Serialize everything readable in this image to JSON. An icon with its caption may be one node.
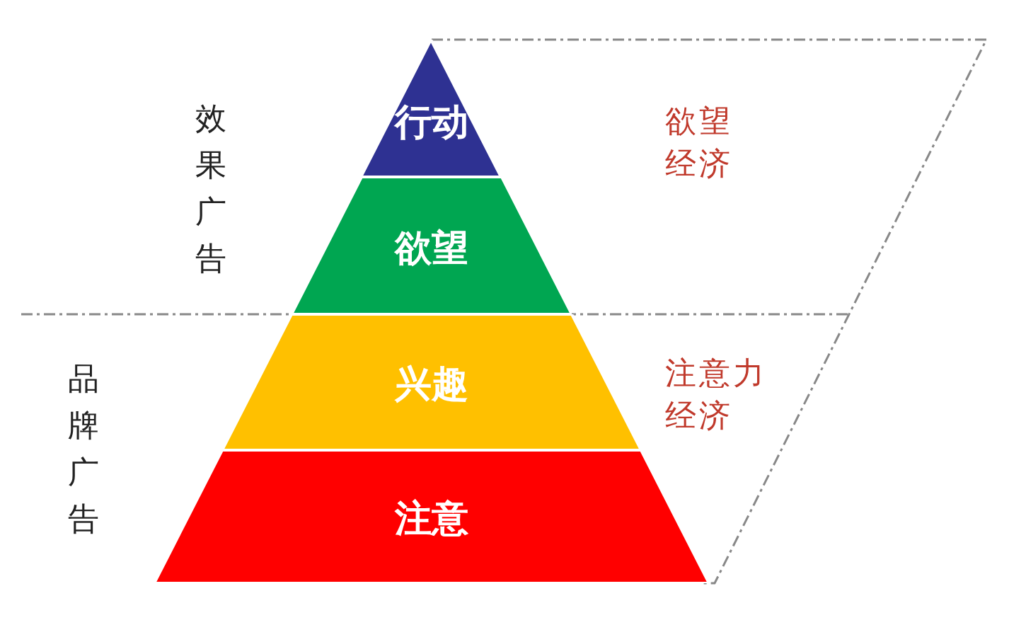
{
  "diagram": {
    "nodes": [
      {
        "text": [
          "行动"
        ]
      },
      {
        "text": [
          "欲望"
        ]
      },
      {
        "text": [
          "兴趣"
        ]
      },
      {
        "text": [
          "注意"
        ]
      }
    ],
    "labels": [
      "效果广告",
      "欲望经济",
      "品牌广告",
      "注意力经济"
    ]
  }
}
